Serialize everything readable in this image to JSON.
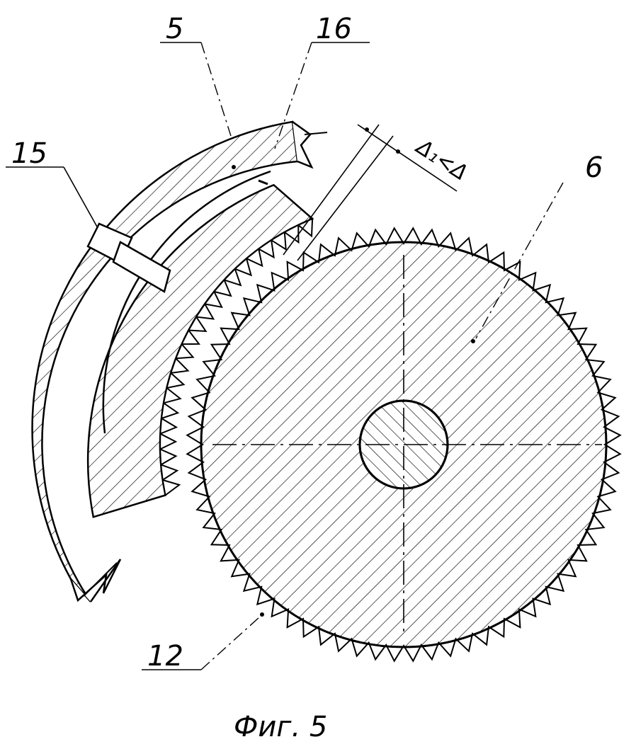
{
  "labels": {
    "part_5": "5",
    "part_16": "16",
    "part_15": "15",
    "part_6": "6",
    "part_12": "12",
    "gap": "Δ₁<Δ"
  },
  "caption": "Фиг. 5",
  "gear": {
    "teeth": 72
  },
  "colors": {
    "ink": "#000000",
    "paper": "#ffffff"
  }
}
